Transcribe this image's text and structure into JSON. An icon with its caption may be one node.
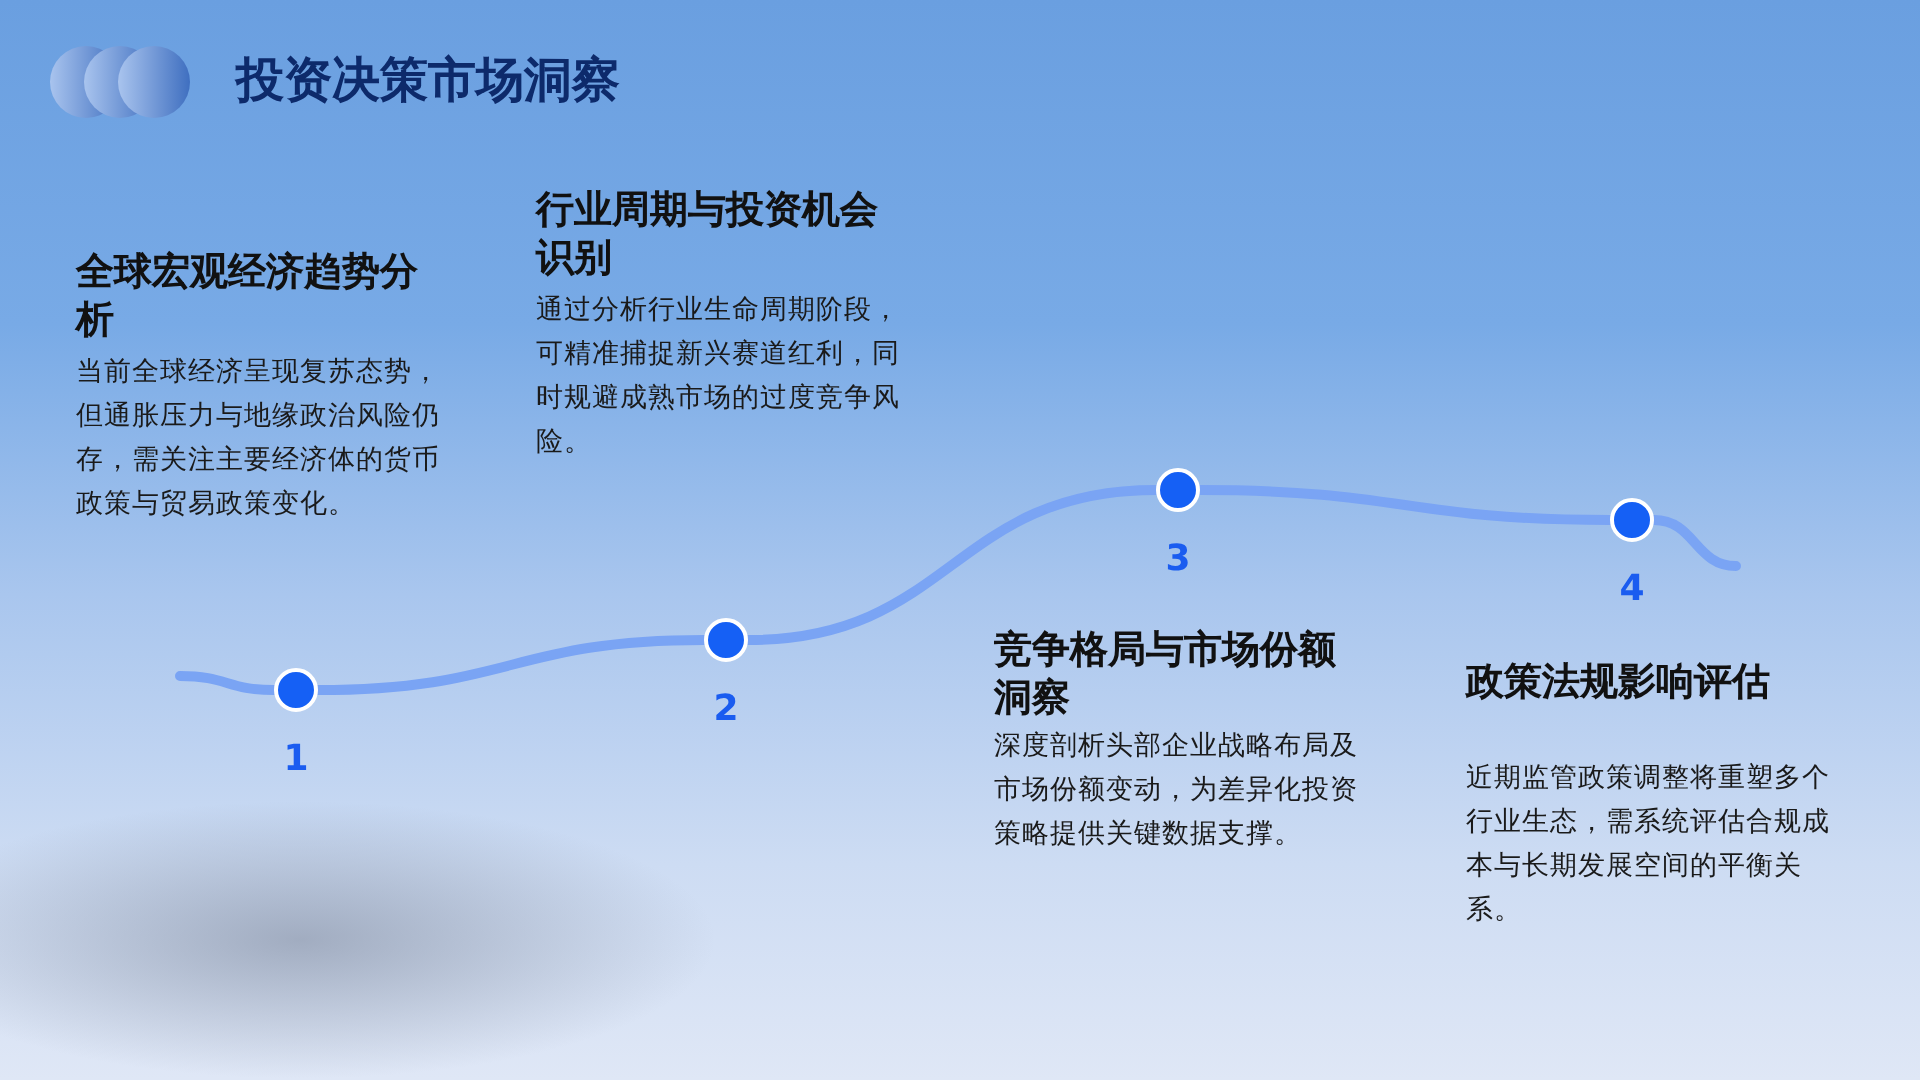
{
  "diagram": {
    "title": "投资决策市场洞察",
    "nodes": [
      {
        "text": [],
        "shape": "circle",
        "beside": [
          "1"
        ]
      },
      {
        "text": [],
        "shape": "circle",
        "beside": [
          "2"
        ]
      },
      {
        "text": [],
        "shape": "circle",
        "beside": [
          "3"
        ]
      },
      {
        "text": [],
        "shape": "circle",
        "beside": [
          "4"
        ]
      }
    ],
    "edges": [
      {
        "from": 0,
        "to": 1,
        "arrow": "none"
      },
      {
        "from": 1,
        "to": 2,
        "arrow": "none"
      },
      {
        "from": 2,
        "to": 3,
        "arrow": "none"
      }
    ],
    "labels": [
      "全球宏观经济趋势分析",
      "当前全球经济呈现复苏态势，但通胀压力与地缘政治风险仍存，需关注主要经济体的货币政策与贸易政策变化。",
      "行业周期与投资机会识别",
      "通过分析行业生命周期阶段，可精准捕捉新兴赛道红利，同时规避成熟市场的过度竞争风险。",
      "竞争格局与市场份额洞察",
      "深度剖析头部企业战略布局及市场份额变动，为差异化投资策略提供关键数据支撑。",
      "政策法规影响评估",
      "近期监管政策调整将重塑多个行业生态，需系统评估合规成本与长期发展空间的平衡关系。"
    ]
  }
}
